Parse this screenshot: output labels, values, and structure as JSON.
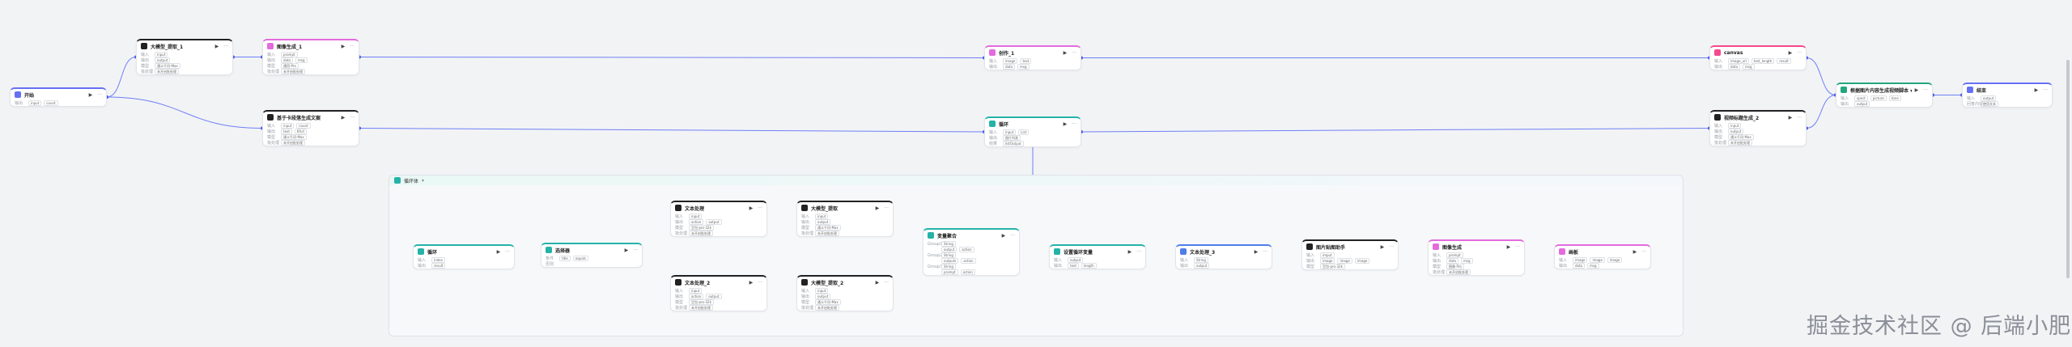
{
  "loop_title": "循环体",
  "watermark": "掘金技术社区 @ 后端小肥肠",
  "nodes": [
    {
      "id": "start",
      "title": "开始",
      "color": "#6571f5",
      "rows": [
        [
          "输出",
          "input",
          "count"
        ]
      ]
    },
    {
      "id": "llm1",
      "title": "大模型_提取_1",
      "color": "#222222",
      "rows": [
        [
          "输入",
          "input"
        ],
        [
          "输出",
          "output"
        ],
        [
          "模型",
          "通义千问-Max"
        ],
        [
          "批处理",
          "未开启批处理"
        ]
      ]
    },
    {
      "id": "img1",
      "title": "图像生成_1",
      "color": "#e36bdd",
      "rows": [
        [
          "输入",
          "prompt"
        ],
        [
          "输出",
          "data",
          "msg"
        ],
        [
          "模型",
          "通用-Pro"
        ],
        [
          "批处理",
          "未开启批处理"
        ]
      ]
    },
    {
      "id": "writer1",
      "title": "创作_1",
      "color": "#e36bdd",
      "rows": [
        [
          "输入",
          "image",
          "text"
        ],
        [
          "输出",
          "data",
          "msg"
        ]
      ]
    },
    {
      "id": "canvas",
      "title": "canvas",
      "color": "#f54a8e",
      "rows": [
        [
          "输入",
          "image_url",
          "text_length",
          "result"
        ],
        [
          "输出",
          "data",
          "msg"
        ]
      ]
    },
    {
      "id": "merge",
      "title": "根据图片内容生成视频脚本 ▾",
      "color": "#22a67d",
      "rows": [
        [
          "输入",
          "spect",
          "picture",
          "tone"
        ],
        [
          "输出",
          "output"
        ]
      ]
    },
    {
      "id": "end",
      "title": "结束",
      "color": "#6571f5",
      "rows": [
        [
          "输入",
          "output"
        ],
        [
          "回答内容",
          "使用文本"
        ]
      ]
    },
    {
      "id": "split",
      "title": "基于卡段落生成文案",
      "color": "#222222",
      "rows": [
        [
          "输入",
          "input",
          "count"
        ],
        [
          "输出",
          "text",
          "Kfull"
        ],
        [
          "模型",
          "通义千问-Max"
        ],
        [
          "批处理",
          "未开启批处理"
        ]
      ]
    },
    {
      "id": "loop",
      "title": "循环",
      "color": "#25b3a8",
      "rows": [
        [
          "输入",
          "input",
          "List"
        ],
        [
          "输出",
          "图片列表"
        ],
        [
          "结果",
          "listOutput"
        ]
      ]
    },
    {
      "id": "llm2",
      "title": "视频标题生成_2",
      "color": "#222222",
      "rows": [
        [
          "输入",
          "input"
        ],
        [
          "输出",
          "output"
        ],
        [
          "模型",
          "通义千问-Max"
        ],
        [
          "批处理",
          "未开启批处理"
        ]
      ]
    },
    {
      "id": "loopstart",
      "title": "循环",
      "color": "#25b3a8",
      "rows": [
        [
          "输入",
          "index"
        ],
        [
          "输出",
          "result"
        ]
      ]
    },
    {
      "id": "select",
      "title": "选择器",
      "color": "#25b3a8",
      "rows": [
        [
          "条件",
          "title",
          "equals"
        ],
        [
          "否则",
          ""
        ]
      ]
    },
    {
      "id": "text1",
      "title": "文本处理",
      "color": "#222222",
      "rows": [
        [
          "输入",
          "input"
        ],
        [
          "输出",
          "action",
          "output"
        ],
        [
          "模型",
          "豆包-pro-32k"
        ],
        [
          "批处理",
          "未开启批处理"
        ]
      ]
    },
    {
      "id": "text2",
      "title": "文本处理_2",
      "color": "#222222",
      "rows": [
        [
          "输入",
          "input"
        ],
        [
          "输出",
          "action",
          "output"
        ],
        [
          "模型",
          "豆包-pro-32k"
        ],
        [
          "批处理",
          "未开启批处理"
        ]
      ]
    },
    {
      "id": "extract1",
      "title": "大模型_提取",
      "color": "#222222",
      "rows": [
        [
          "输入",
          "input"
        ],
        [
          "输出",
          "output"
        ],
        [
          "模型",
          "通义千问-Max"
        ],
        [
          "批处理",
          "未开启批处理"
        ]
      ]
    },
    {
      "id": "extract2",
      "title": "大模型_提取_2",
      "color": "#222222",
      "rows": [
        [
          "输入",
          "input"
        ],
        [
          "输出",
          "output"
        ],
        [
          "模型",
          "通义千问-Max"
        ],
        [
          "批处理",
          "未开启批处理"
        ]
      ]
    },
    {
      "id": "aggregate",
      "title": "变量聚合",
      "color": "#25b3a8",
      "rows": [
        [
          "Group1",
          "String"
        ],
        [
          "",
          "output",
          "action"
        ],
        [
          "Group2",
          "String"
        ],
        [
          "",
          "outputs",
          "action"
        ],
        [
          "Group3",
          "String"
        ],
        [
          "",
          "prompt",
          "action"
        ]
      ]
    },
    {
      "id": "setvar",
      "title": "设置循环变量",
      "color": "#25b3a8",
      "rows": [
        [
          "输入",
          "output"
        ],
        [
          "输出",
          "text",
          "length"
        ]
      ]
    },
    {
      "id": "code1",
      "title": "文本处理_3",
      "color": "#4e7ee8",
      "rows": [
        [
          "输入",
          "String"
        ],
        [
          "输出",
          "output"
        ]
      ]
    },
    {
      "id": "imgmark",
      "title": "图片贴图助手",
      "color": "#222222",
      "rows": [
        [
          "输入",
          "imput"
        ],
        [
          "输出",
          "image",
          "image",
          "image"
        ],
        [
          "模型",
          "豆包-pro-32k"
        ]
      ]
    },
    {
      "id": "imggen",
      "title": "图像生成",
      "color": "#e36bdd",
      "rows": [
        [
          "输入",
          "prompt"
        ],
        [
          "输出",
          "data",
          "msg"
        ],
        [
          "模型",
          "图像-Pro"
        ],
        [
          "批处理",
          "未开启批处理"
        ]
      ]
    },
    {
      "id": "merge2",
      "title": "画板",
      "color": "#e36bdd",
      "rows": [
        [
          "输入",
          "image",
          "image",
          "image"
        ],
        [
          "输出",
          "data",
          "msg"
        ]
      ]
    }
  ]
}
